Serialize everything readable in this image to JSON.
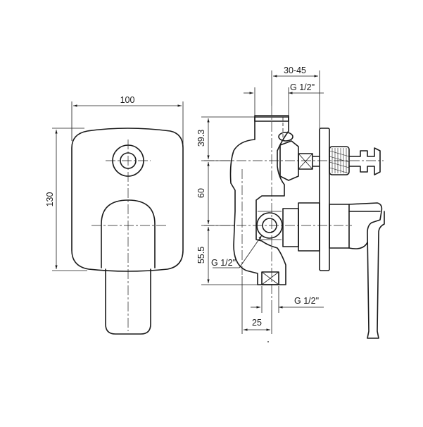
{
  "dimensions": {
    "width_front": "100",
    "height_front": "130",
    "depth_adjust": "30-45",
    "thread_top": "G 1/2\"",
    "height_upper": "39.3",
    "height_mid": "60",
    "height_lower": "55.5",
    "thread_inlet": "G 1/2\"",
    "thread_bottom": "G 1/2\"",
    "offset_bottom": "25"
  }
}
